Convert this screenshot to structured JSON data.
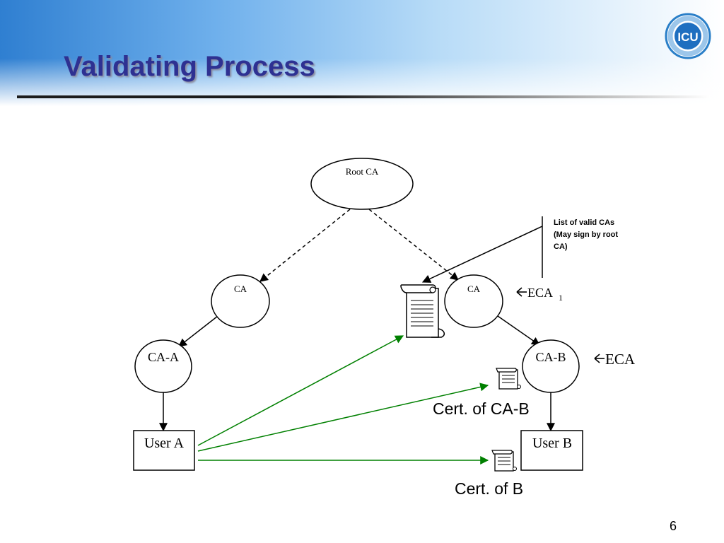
{
  "slide": {
    "title": "Validating Process",
    "page_number": "6",
    "logo_text": "ICU"
  },
  "diagram": {
    "nodes": {
      "root_ca": "Root CA",
      "ca_left": "CA",
      "ca_right": "CA",
      "ca_a": "CA-A",
      "ca_b": "CA-B",
      "user_a": "User A",
      "user_b": "User B"
    },
    "annotations": {
      "list_line1": "List of valid CAs",
      "list_line2": "(May sign by root",
      "list_line3": "CA)",
      "eca1_prefix": "ECA",
      "eca1_sub": "1",
      "eca": "ECA",
      "cert_ca_b": "Cert. of CA-B",
      "cert_b": "Cert. of B"
    },
    "colors": {
      "green_arrow": "#008000",
      "title": "#2e3192"
    }
  }
}
